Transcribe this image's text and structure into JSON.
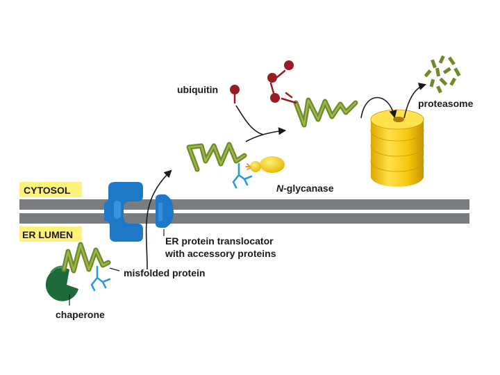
{
  "compartments": {
    "cytosol": "CYTOSOL",
    "er_lumen": "ER LUMEN"
  },
  "labels": {
    "ubiquitin": "ubiquitin",
    "proteasome": "proteasome",
    "n_glycanase_prefix": "N",
    "n_glycanase_rest": "-glycanase",
    "translocator_line1": "ER protein translocator",
    "translocator_line2": "with accessory proteins",
    "misfolded_protein": "misfolded protein",
    "chaperone": "chaperone"
  },
  "colors": {
    "membrane": "#7a7d7f",
    "label_highlight": "#fff27a",
    "protein": "#6f8a2a",
    "glycan": "#2a9ad8",
    "translocator": "#1e78c8",
    "ubiquitin": "#9b1b24",
    "proteasome": "#f2c40a",
    "n_glycanase": "#f4c60c",
    "chaperone": "#1f6a3a"
  }
}
